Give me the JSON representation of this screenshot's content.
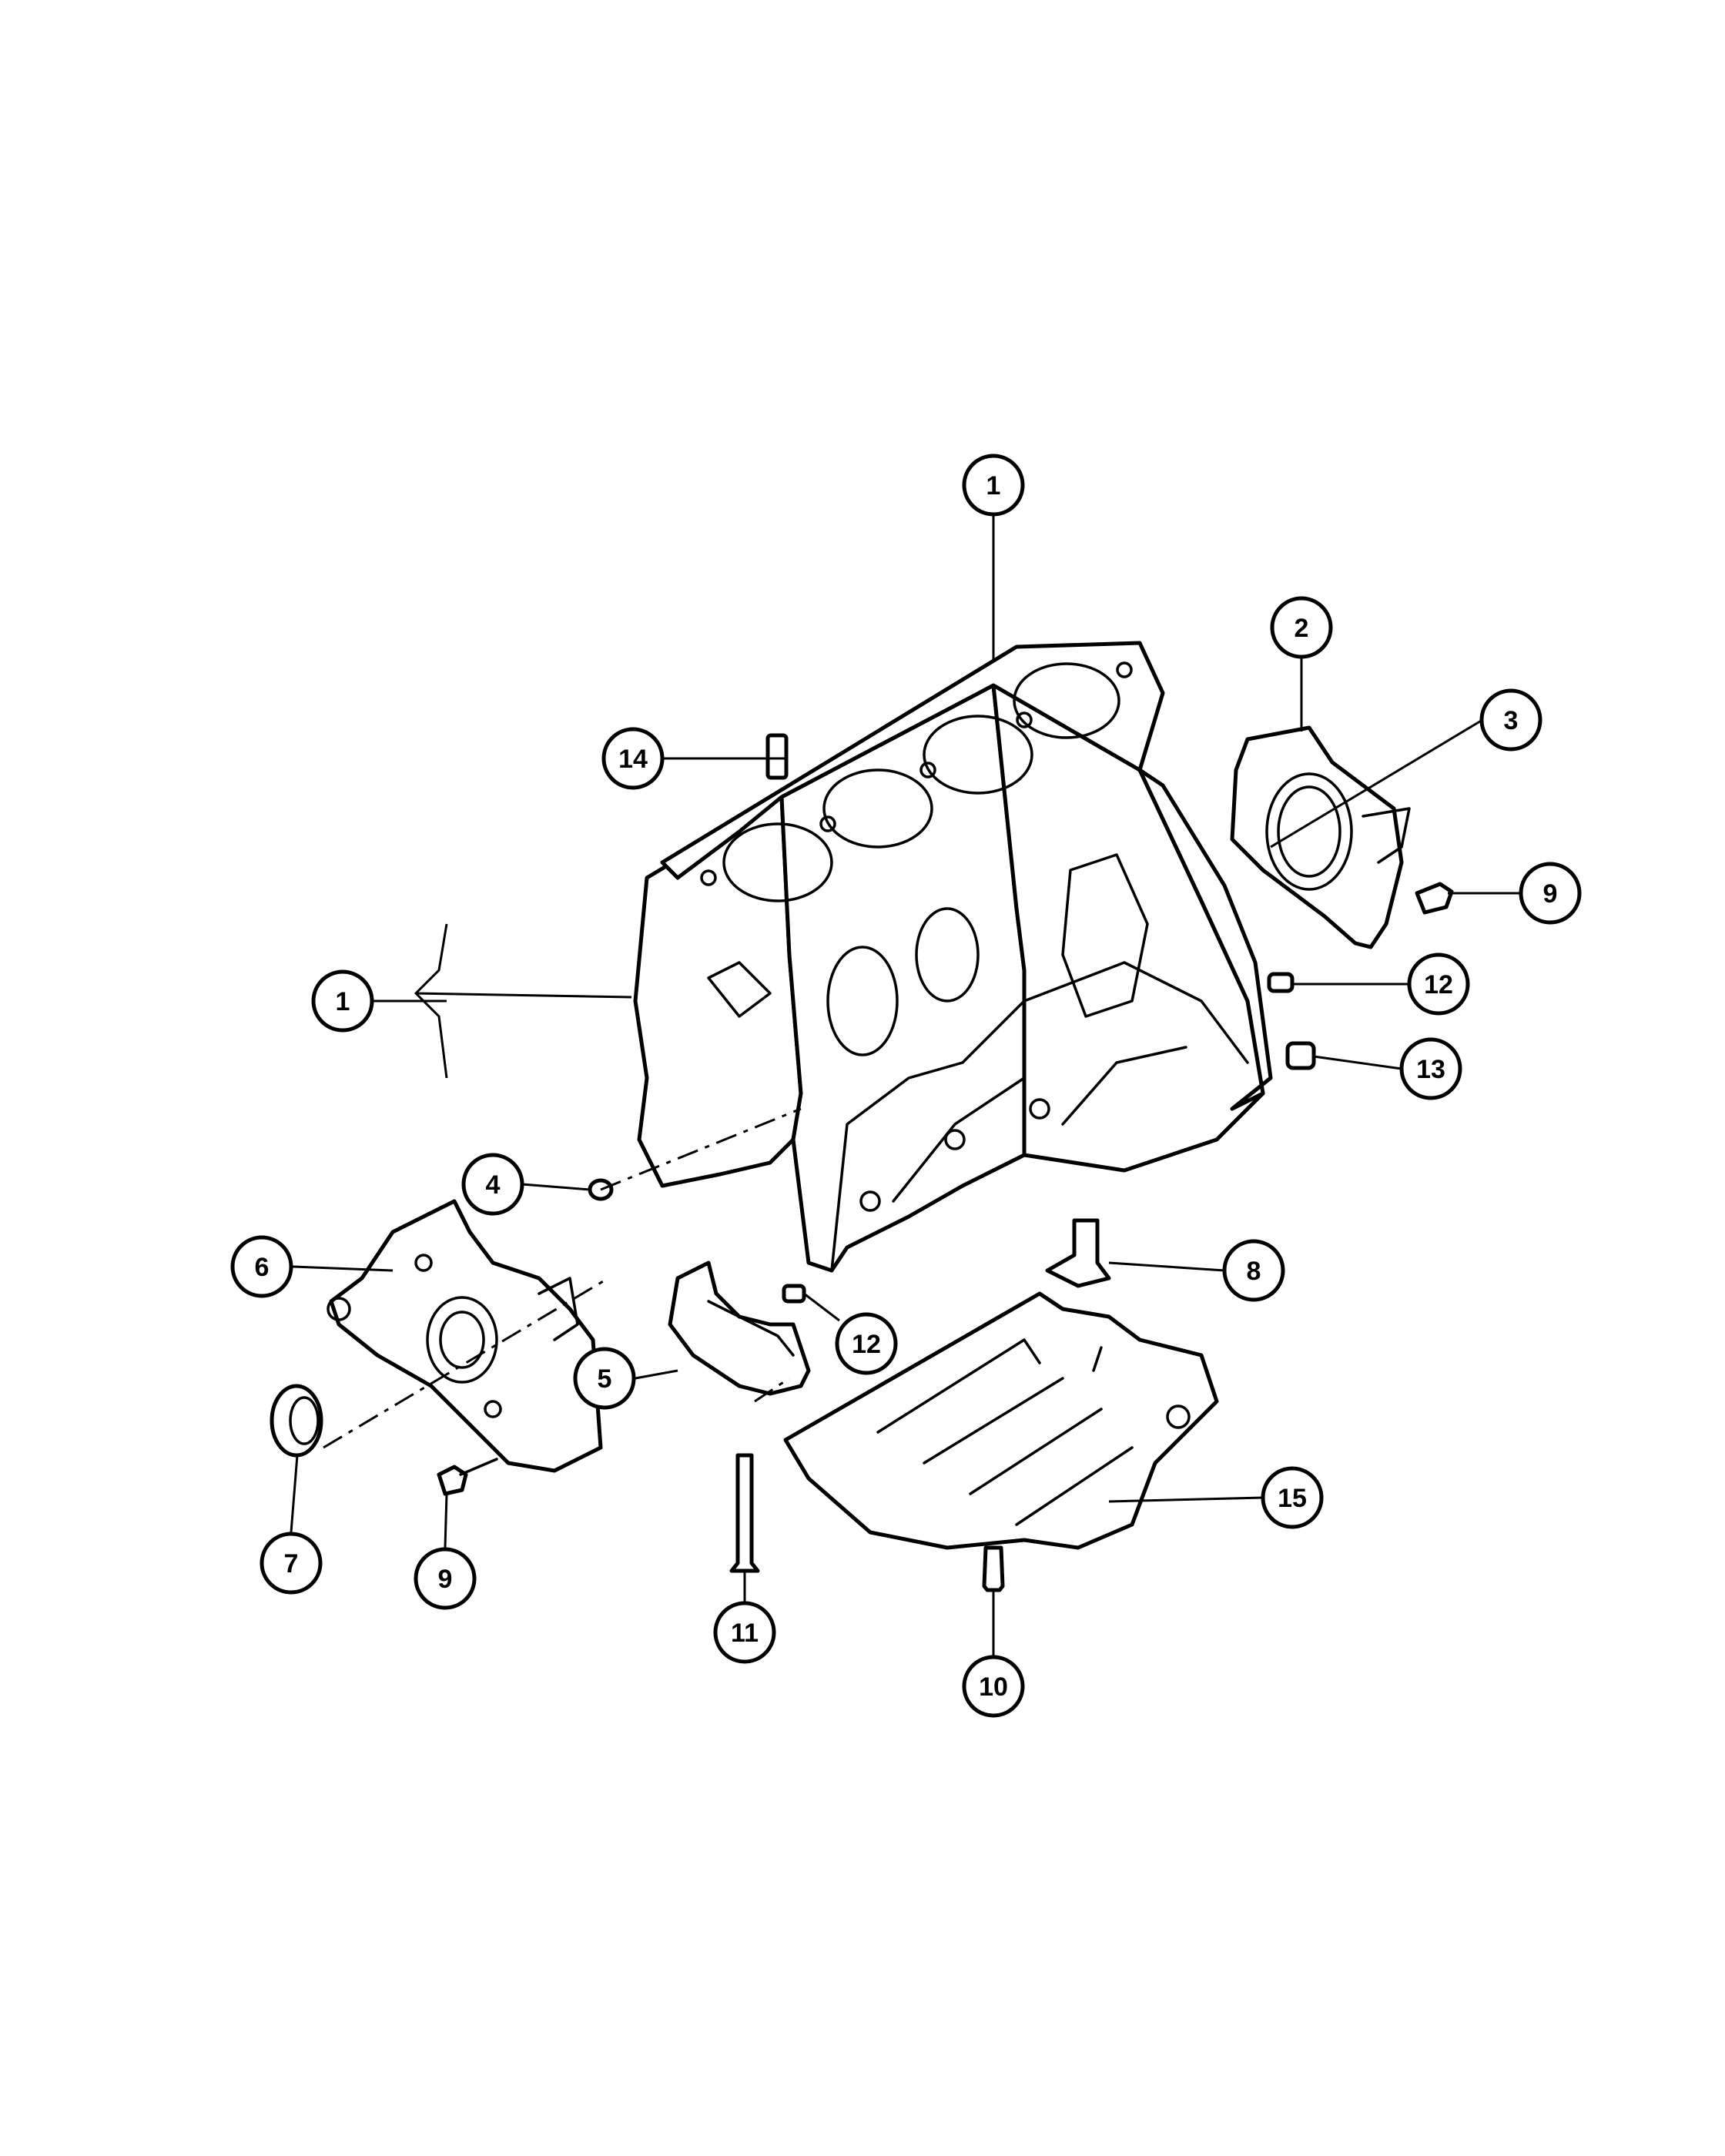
{
  "callouts": [
    {
      "id": "c1a",
      "label": "1"
    },
    {
      "id": "c1b",
      "label": "1"
    },
    {
      "id": "c2",
      "label": "2"
    },
    {
      "id": "c3",
      "label": "3"
    },
    {
      "id": "c4",
      "label": "4"
    },
    {
      "id": "c5",
      "label": "5"
    },
    {
      "id": "c6",
      "label": "6"
    },
    {
      "id": "c7",
      "label": "7"
    },
    {
      "id": "c8",
      "label": "8"
    },
    {
      "id": "c9a",
      "label": "9"
    },
    {
      "id": "c9b",
      "label": "9"
    },
    {
      "id": "c10",
      "label": "10"
    },
    {
      "id": "c11",
      "label": "11"
    },
    {
      "id": "c12a",
      "label": "12"
    },
    {
      "id": "c12b",
      "label": "12"
    },
    {
      "id": "c13",
      "label": "13"
    },
    {
      "id": "c14",
      "label": "14"
    },
    {
      "id": "c15",
      "label": "15"
    }
  ]
}
